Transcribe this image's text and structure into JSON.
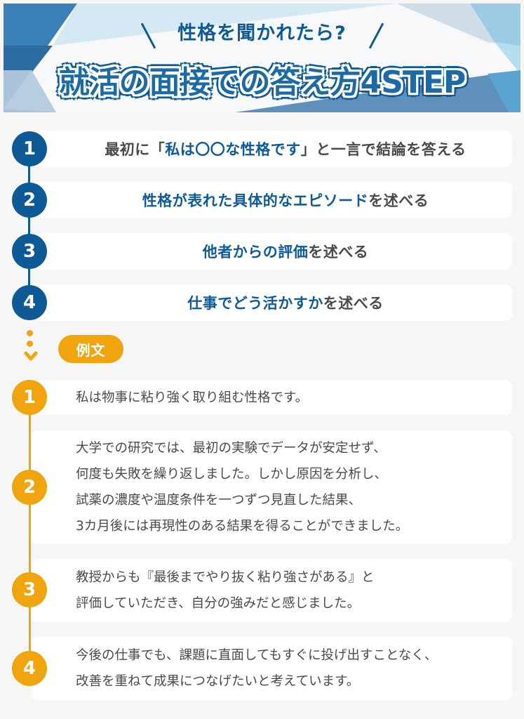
{
  "header": {
    "subtitle": "性格を聞かれたら?",
    "title": "就活の面接での答え方4STEP",
    "colors": {
      "primary": "#0d5a96",
      "title_fill": "#1d6aa5",
      "accent": "#f0a40e",
      "highlight_bg": "#f9e8d4"
    }
  },
  "steps": [
    {
      "number": "1",
      "parts": [
        {
          "text": "最初に「",
          "hl": false
        },
        {
          "text": "私は〇〇な性格です",
          "hl": true
        },
        {
          "text": "」と一言で結論を答える",
          "hl": false
        }
      ]
    },
    {
      "number": "2",
      "parts": [
        {
          "text": "性格が表れた具体的なエピソード",
          "hl": true
        },
        {
          "text": "を述べる",
          "hl": false
        }
      ]
    },
    {
      "number": "3",
      "parts": [
        {
          "text": "他者からの評価",
          "hl": true
        },
        {
          "text": "を述べる",
          "hl": false
        }
      ]
    },
    {
      "number": "4",
      "parts": [
        {
          "text": "仕事でどう活かすか",
          "hl": true
        },
        {
          "text": "を述べる",
          "hl": false
        }
      ]
    }
  ],
  "example": {
    "badge": "例文",
    "items": [
      {
        "number": "1",
        "lines": [
          "私は物事に粘り強く取り組む性格です。"
        ]
      },
      {
        "number": "2",
        "lines": [
          "大学での研究では、最初の実験でデータが安定せず、",
          "何度も失敗を繰り返しました。しかし原因を分析し、",
          "試薬の濃度や温度条件を一つずつ見直した結果、",
          "3カ月後には再現性のある結果を得ることができました。"
        ]
      },
      {
        "number": "3",
        "lines": [
          "教授からも『最後までやり抜く粘り強さがある』と",
          "評価していただき、自分の強みだと感じました。"
        ]
      },
      {
        "number": "4",
        "lines": [
          "今後の仕事でも、課題に直面してもすぐに投げ出すことなく、",
          "改善を重ねて成果につなげたいと考えています。"
        ]
      }
    ]
  }
}
